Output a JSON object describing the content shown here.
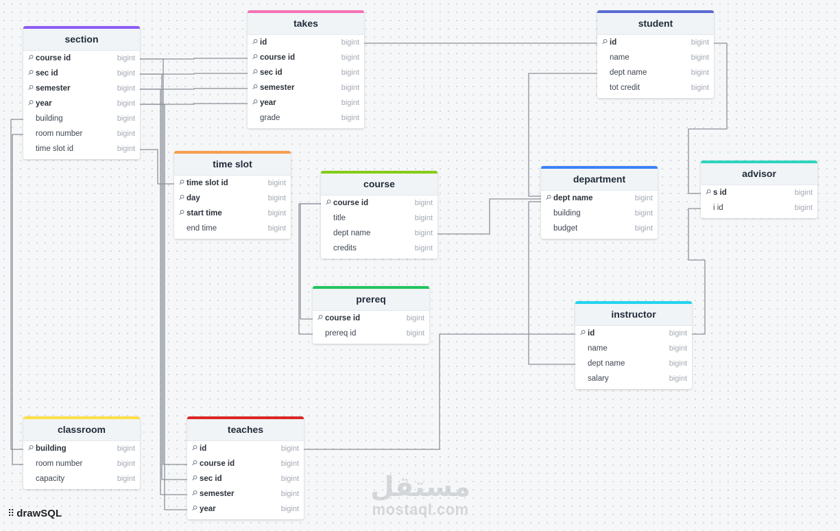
{
  "app": {
    "brand": "drawSQL",
    "watermark_ar": "مستقل",
    "watermark_en": "mostaql.com"
  },
  "tables": [
    {
      "id": "section",
      "name": "section",
      "color": "#8b5cf6",
      "columns": [
        {
          "name": "course id",
          "type": "bigint",
          "key": true
        },
        {
          "name": "sec id",
          "type": "bigint",
          "key": true
        },
        {
          "name": "semester",
          "type": "bigint",
          "key": true
        },
        {
          "name": "year",
          "type": "bigint",
          "key": true
        },
        {
          "name": "building",
          "type": "bigint",
          "key": false
        },
        {
          "name": "room number",
          "type": "bigint",
          "key": false
        },
        {
          "name": "time slot id",
          "type": "bigint",
          "key": false
        }
      ]
    },
    {
      "id": "takes",
      "name": "takes",
      "color": "#f472b6",
      "columns": [
        {
          "name": "id",
          "type": "bigint",
          "key": true
        },
        {
          "name": "course id",
          "type": "bigint",
          "key": true
        },
        {
          "name": "sec id",
          "type": "bigint",
          "key": true
        },
        {
          "name": "semester",
          "type": "bigint",
          "key": true
        },
        {
          "name": "year",
          "type": "bigint",
          "key": true
        },
        {
          "name": "grade",
          "type": "bigint",
          "key": false
        }
      ]
    },
    {
      "id": "student",
      "name": "student",
      "color": "#5b6bd1",
      "columns": [
        {
          "name": "id",
          "type": "bigint",
          "key": true
        },
        {
          "name": "name",
          "type": "bigint",
          "key": false
        },
        {
          "name": "dept name",
          "type": "bigint",
          "key": false
        },
        {
          "name": "tot credit",
          "type": "bigint",
          "key": false
        }
      ]
    },
    {
      "id": "time_slot",
      "name": "time slot",
      "color": "#f59e4b",
      "columns": [
        {
          "name": "time slot id",
          "type": "bigint",
          "key": true
        },
        {
          "name": "day",
          "type": "bigint",
          "key": true
        },
        {
          "name": "start time",
          "type": "bigint",
          "key": true
        },
        {
          "name": "end time",
          "type": "bigint",
          "key": false
        }
      ]
    },
    {
      "id": "course",
      "name": "course",
      "color": "#84cc16",
      "columns": [
        {
          "name": "course id",
          "type": "bigint",
          "key": true
        },
        {
          "name": "title",
          "type": "bigint",
          "key": false
        },
        {
          "name": "dept name",
          "type": "bigint",
          "key": false
        },
        {
          "name": "credits",
          "type": "bigint",
          "key": false
        }
      ]
    },
    {
      "id": "department",
      "name": "department",
      "color": "#3b82f6",
      "columns": [
        {
          "name": "dept name",
          "type": "bigint",
          "key": true
        },
        {
          "name": "building",
          "type": "bigint",
          "key": false
        },
        {
          "name": "budget",
          "type": "bigint",
          "key": false
        }
      ]
    },
    {
      "id": "advisor",
      "name": "advisor",
      "color": "#2dd4bf",
      "columns": [
        {
          "name": "s id",
          "type": "bigint",
          "key": true
        },
        {
          "name": "i id",
          "type": "bigint",
          "key": false
        }
      ]
    },
    {
      "id": "prereq",
      "name": "prereq",
      "color": "#22c55e",
      "columns": [
        {
          "name": "course id",
          "type": "bigint",
          "key": true
        },
        {
          "name": "prereq id",
          "type": "bigint",
          "key": false
        }
      ]
    },
    {
      "id": "instructor",
      "name": "instructor",
      "color": "#22d3ee",
      "columns": [
        {
          "name": "id",
          "type": "bigint",
          "key": true
        },
        {
          "name": "name",
          "type": "bigint",
          "key": false
        },
        {
          "name": "dept name",
          "type": "bigint",
          "key": false
        },
        {
          "name": "salary",
          "type": "bigint",
          "key": false
        }
      ]
    },
    {
      "id": "classroom",
      "name": "classroom",
      "color": "#fde047",
      "columns": [
        {
          "name": "building",
          "type": "bigint",
          "key": true
        },
        {
          "name": "room number",
          "type": "bigint",
          "key": false
        },
        {
          "name": "capacity",
          "type": "bigint",
          "key": false
        }
      ]
    },
    {
      "id": "teaches",
      "name": "teaches",
      "color": "#dc2626",
      "columns": [
        {
          "name": "id",
          "type": "bigint",
          "key": true
        },
        {
          "name": "course id",
          "type": "bigint",
          "key": true
        },
        {
          "name": "sec id",
          "type": "bigint",
          "key": true
        },
        {
          "name": "semester",
          "type": "bigint",
          "key": true
        },
        {
          "name": "year",
          "type": "bigint",
          "key": true
        }
      ]
    }
  ]
}
